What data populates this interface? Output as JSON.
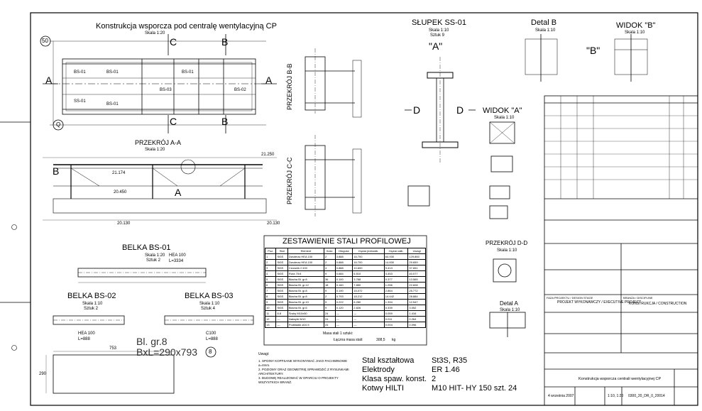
{
  "views": {
    "plan_title": "Konstrukcja wsporcza pod centralę wentylacyjną CP",
    "plan_scale": "Skala 1:20",
    "plan_grid_top": "50",
    "plan_grid_bottom": "Q",
    "section_a": "A",
    "section_b": "B",
    "section_c": "C",
    "section_d": "D",
    "slupek_title": "SŁUPEK SS-01",
    "slupek_scale": "Skala 1:10",
    "slupek_qty": "Sztuk 9",
    "view_a_label": "\"A\"",
    "view_b_label": "\"B\"",
    "detal_b_title": "Detal B",
    "detal_b_scale": "Skala 1:10",
    "widok_b_title": "WIDOK \"B\"",
    "widok_b_scale": "Skala 1:10",
    "widok_a_title": "WIDOK \"A\"",
    "widok_a_scale": "Skala 1:10",
    "przekroj_bb": "PRZEKRÓJ B-B",
    "przekroj_cc": "PRZEKRÓJ C-C",
    "przekroj_aa": "PRZEKRÓJ A-A",
    "przekroj_aa_scale": "Skala 1:20",
    "przekroj_dd": "PRZEKRÓJ D-D",
    "przekroj_dd_scale": "Skala 1:10",
    "detal_a_title": "Detal A",
    "detal_a_scale": "Skala 1:10",
    "belka_bs01": "BELKA BS-01",
    "belka_bs01_scale": "Skala 1:20",
    "belka_bs01_qty": "Sztuk 2",
    "belka_bs02": "BELKA BS-02",
    "belka_bs02_scale": "Skala 1:10",
    "belka_bs02_qty": "Sztuk 2",
    "belka_bs03": "BELKA BS-03",
    "belka_bs03_scale": "Skala 1:10",
    "belka_bs03_qty": "Sztuk 4",
    "hea_100": "HEA 100",
    "l_3334": "L=3334",
    "l_888": "L=888",
    "c100": "C100",
    "bl_gr8": "Bl. gr.8",
    "bxl_290x793": "BxL=290x793",
    "plate_ref": "8",
    "dim_753": "753",
    "dim_290": "290",
    "elev_21250": "21.250",
    "elev_21174": "21.174",
    "elev_20450": "20.450",
    "elev_20130": "20.130",
    "bs01": "BS-01",
    "bs02": "BS-02",
    "bs03": "BS-03",
    "ss01": "SS-01"
  },
  "table": {
    "title": "ZESTAWIENIE STALI PROFILOWEJ",
    "headers": [
      "Poz.",
      "Stal",
      "Element",
      "Ilość",
      "Długość",
      "Ciężar jednostk.",
      "Ciężar całk.",
      "Uwagi"
    ],
    "rows": [
      [
        "1",
        "St3S",
        "Dwuteow HEA 100",
        "2",
        "3.888",
        "16.700",
        "64.930",
        "129.860"
      ],
      [
        "2",
        "St3S",
        "Dwuteow HEA 100",
        "2",
        "0.888",
        "16.700",
        "14.830",
        "29.659"
      ],
      [
        "3",
        "St3S",
        "Ceownik C100",
        "4",
        "0.888",
        "10.600",
        "9.413",
        "37.651"
      ],
      [
        "4",
        "St3S",
        "Rura 70/4",
        "9",
        "0.684",
        "6.510",
        "4.453",
        "40.077"
      ],
      [
        "5",
        "St3S",
        "Blacha Bl. gr.8",
        "36",
        "0.100",
        "3.768",
        "0.377",
        "13.565"
      ],
      [
        "6",
        "St3S",
        "Blacha Bl. gr.12",
        "18",
        "0.160",
        "7.850",
        "1.256",
        "22.608"
      ],
      [
        "7",
        "St3S",
        "Blacha Bl. gr.8",
        "9",
        "0.190",
        "15.072",
        "2.864",
        "25.772"
      ],
      [
        "8",
        "St3S",
        "Blacha Bl. gr.8",
        "2",
        "0.793",
        "18.212",
        "14.442",
        "28.884"
      ],
      [
        "9",
        "St3S",
        "Blacha Bl. gr.10",
        "9",
        "0.222",
        "6.280",
        "1.394",
        "12.547"
      ],
      [
        "10",
        "St3S",
        "Blacha Bl. gr.6",
        "9",
        "0.120",
        "2.826",
        "0.339",
        "3.052"
      ],
      [
        "11",
        "8.8",
        "Śruby M10x50",
        "24",
        "—",
        "—",
        "0.059",
        "1.416"
      ],
      [
        "12",
        "—",
        "Nakrętki M10",
        "24",
        "—",
        "—",
        "0.011",
        "0.264"
      ],
      [
        "13",
        "—",
        "Podkładki ø10.5",
        "24",
        "—",
        "—",
        "0.004",
        "0.096"
      ]
    ],
    "sum_label": "Masa stali 1 sztuki:",
    "total_label": "Łączna masa stali:",
    "total_value": "308,5",
    "total_unit": "kg"
  },
  "notes": {
    "heading": "Uwagi:",
    "items": [
      "1. SPOINY KOPFSANE WYKONYWAĆ JAKO PACHWINOWE a=4mm.",
      "2. POZIOMY ORAZ GEOMETRIĘ SPRAWDZIĆ Z RYSUNKAMI ARCHITEKTURY.",
      "3. BUDOWĘ REALIZOWAĆ W OPARCIU O PROJEKTY WSZYSTKICH BRANŻ."
    ]
  },
  "materials": {
    "rows": [
      {
        "label": "Stal kształtowa",
        "value": "St3S, R35"
      },
      {
        "label": "Elektrody",
        "value": "ER 1.46"
      },
      {
        "label": "Klasa spaw. konst.",
        "value": "2"
      },
      {
        "label": "Kotwy HILTI",
        "value": "M10 HIT- HY 150 szt. 24"
      }
    ]
  },
  "title_block": {
    "phase_label": "FAZA PROJEKTU / DESIGN STAGE",
    "phase_value": "PROJEKT WYKONAWCZY / EXECUTIVE PROJECT",
    "branch_label": "BRANŻA / DISCIPLINE",
    "branch_value": "KONSTRUKCJA / CONSTRUCTION",
    "drawing_title": "Konstrukcja wsporcza centrali wentylacyjnej CP",
    "date": "4 września 2007",
    "scale": "1:10, 1:20",
    "number": "0300_20_DR_0_20014"
  }
}
